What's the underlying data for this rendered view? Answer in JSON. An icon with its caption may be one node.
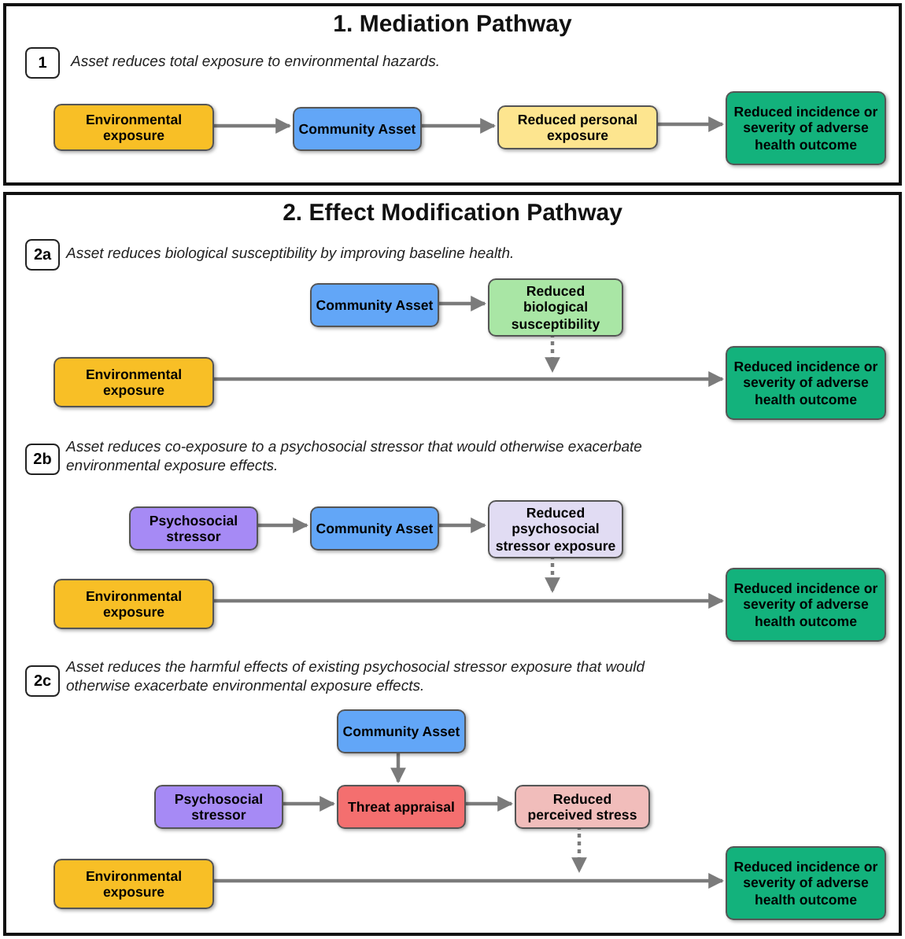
{
  "diagram": {
    "nodes": [
      {
        "text": [
          "1. Mediation Pathway"
        ]
      },
      {
        "text": [
          "1"
        ],
        "in": 0,
        "beside": [
          "Asset reduces total exposure to environmental hazards."
        ]
      },
      {
        "text": [
          "Environmental exposure"
        ],
        "in": 0
      },
      {
        "text": [
          "Community Asset"
        ],
        "in": 0
      },
      {
        "text": [
          "Reduced personal exposure"
        ],
        "in": 0
      },
      {
        "text": [
          "Reduced incidence or severity of adverse health outcome"
        ],
        "in": 0
      },
      {
        "text": [
          "2. Effect Modification Pathway"
        ]
      },
      {
        "text": [
          "2a"
        ],
        "in": 6,
        "beside": [
          "Asset reduces biological susceptibility by improving baseline health."
        ]
      },
      {
        "text": [
          "Community Asset"
        ],
        "in": 6
      },
      {
        "text": [
          "Reduced biological susceptibility"
        ],
        "in": 6
      },
      {
        "text": [
          "Environmental exposure"
        ],
        "in": 6
      },
      {
        "text": [
          "Reduced incidence or severity of adverse health outcome"
        ],
        "in": 6
      },
      {
        "text": [
          "2b"
        ],
        "in": 6,
        "beside": [
          "Asset reduces co-exposure to a psychosocial stressor that would otherwise exacerbate environmental exposure effects."
        ]
      },
      {
        "text": [
          "Psychosocial stressor"
        ],
        "in": 6
      },
      {
        "text": [
          "Community Asset"
        ],
        "in": 6
      },
      {
        "text": [
          "Reduced psychosocial stressor exposure"
        ],
        "in": 6
      },
      {
        "text": [
          "Environmental exposure"
        ],
        "in": 6
      },
      {
        "text": [
          "Reduced incidence or severity of adverse health outcome"
        ],
        "in": 6
      },
      {
        "text": [
          "2c"
        ],
        "in": 6,
        "beside": [
          "Asset reduces the harmful effects of existing psychosocial stressor exposure that would otherwise exacerbate environmental exposure effects."
        ]
      },
      {
        "text": [
          "Community Asset"
        ],
        "in": 6
      },
      {
        "text": [
          "Psychosocial stressor"
        ],
        "in": 6
      },
      {
        "text": [
          "Threat appraisal"
        ],
        "in": 6
      },
      {
        "text": [
          "Reduced perceived stress"
        ],
        "in": 6
      },
      {
        "text": [
          "Environmental exposure"
        ],
        "in": 6
      },
      {
        "text": [
          "Reduced incidence or severity of adverse health outcome"
        ],
        "in": 6
      }
    ],
    "edges": [
      {
        "from": 2,
        "to": 3,
        "arrow": "to"
      },
      {
        "from": 3,
        "to": 4,
        "arrow": "to"
      },
      {
        "from": 4,
        "to": 5,
        "arrow": "to"
      },
      {
        "from": 8,
        "to": 9,
        "arrow": "to"
      },
      {
        "from": 10,
        "to": 11,
        "arrow": "to"
      },
      {
        "from": 9,
        "to": null,
        "arrow": "to",
        "style": "dashed"
      },
      {
        "from": 13,
        "to": 14,
        "arrow": "to"
      },
      {
        "from": 14,
        "to": 15,
        "arrow": "to"
      },
      {
        "from": 16,
        "to": 17,
        "arrow": "to"
      },
      {
        "from": 15,
        "to": null,
        "arrow": "to",
        "style": "dashed"
      },
      {
        "from": 19,
        "to": 21,
        "arrow": "to"
      },
      {
        "from": 20,
        "to": 21,
        "arrow": "to"
      },
      {
        "from": 21,
        "to": 22,
        "arrow": "to"
      },
      {
        "from": 23,
        "to": 24,
        "arrow": "to"
      },
      {
        "from": 22,
        "to": null,
        "arrow": "to",
        "style": "dashed"
      }
    ]
  }
}
